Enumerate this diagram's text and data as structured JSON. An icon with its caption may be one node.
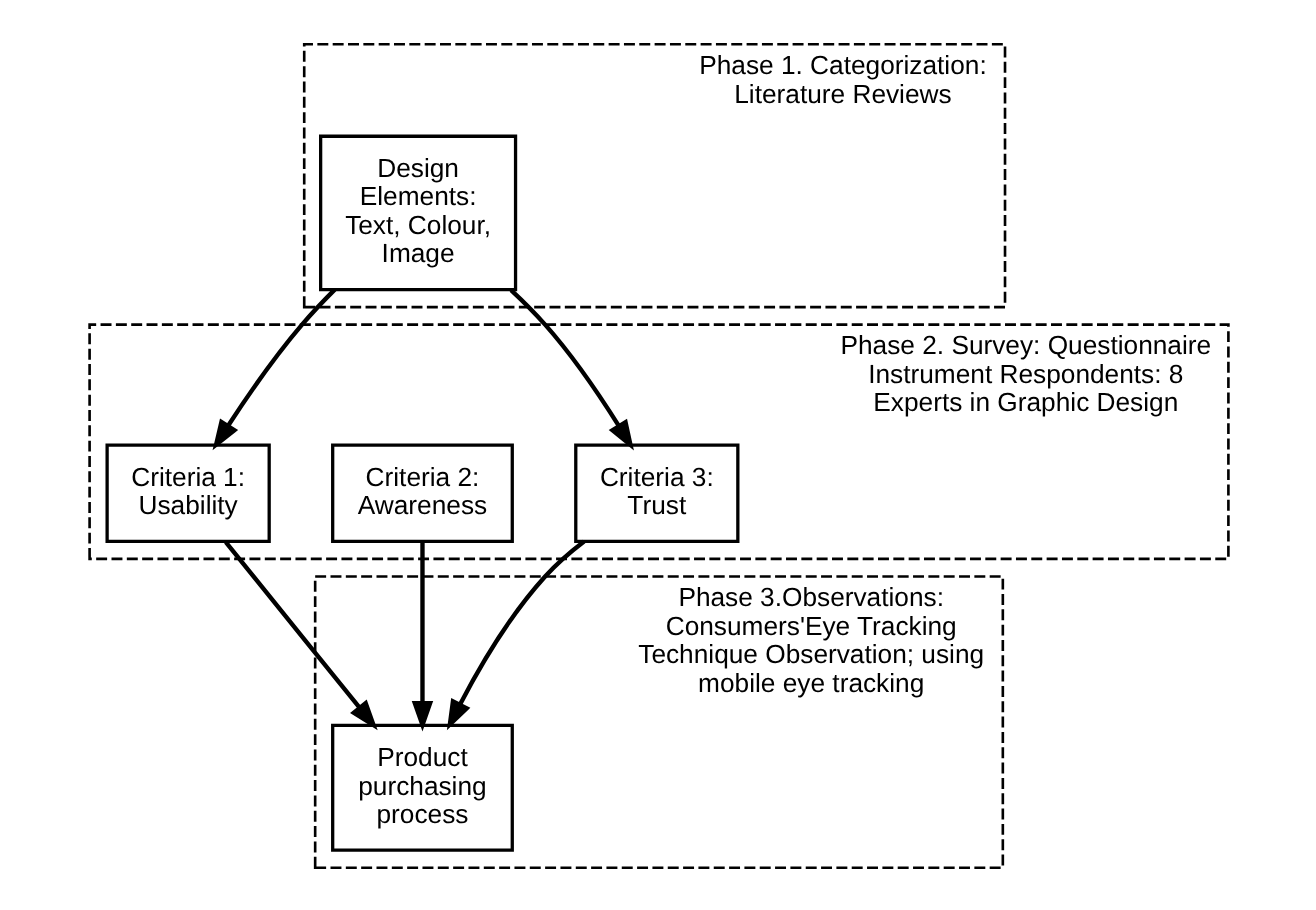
{
  "diagram": {
    "nodes": [
      {
        "text": [
          "Phase 1. Categorization: Literature Reviews"
        ]
      },
      {
        "text": [
          "Design Elements: Text, Colour, Image"
        ],
        "in": 0
      },
      {
        "text": [
          "Phase 2. Survey: Questionnaire Instrument Respondents: 8 Experts in Graphic Design"
        ]
      },
      {
        "text": [
          "Criteria 1: Usability"
        ],
        "in": 2
      },
      {
        "text": [
          "Criteria 2: Awareness"
        ],
        "in": 2
      },
      {
        "text": [
          "Criteria 3: Trust"
        ],
        "in": 2
      },
      {
        "text": [
          "Phase 3.Observations: Consumers'Eye Tracking Technique Observation; using mobile eye tracking"
        ]
      },
      {
        "text": [
          "Product purchasing process"
        ],
        "in": 6
      }
    ],
    "edges": [
      {
        "from": 1,
        "to": 3,
        "arrow": "to"
      },
      {
        "from": 1,
        "to": 5,
        "arrow": "to"
      },
      {
        "from": 3,
        "to": 7,
        "arrow": "to"
      },
      {
        "from": 4,
        "to": 7,
        "arrow": "to"
      },
      {
        "from": 5,
        "to": 7,
        "arrow": "to"
      }
    ]
  }
}
